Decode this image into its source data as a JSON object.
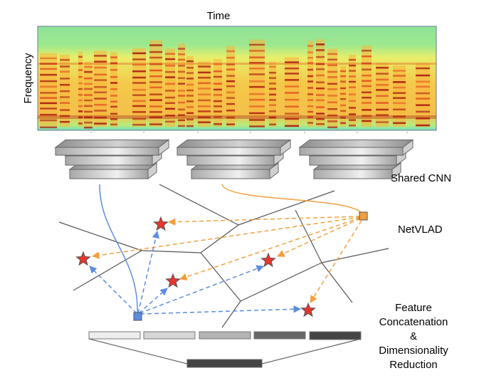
{
  "figure": {
    "title": "Time",
    "y_axis_label": "Frequency",
    "stages": {
      "cnn": "Shared CNN",
      "netvlad": "NetVLAD",
      "reduction_lines": [
        "Feature",
        "Concatenation",
        "&",
        "Dimensionality",
        "Reduction"
      ]
    },
    "cnn_stack_count": 3,
    "descriptor_colors": {
      "blue": "#5b8de0",
      "orange": "#f2a03d"
    },
    "cluster_center_color": "#e8352b",
    "concat_segment_colors": [
      "#ededed",
      "#d6d6d6",
      "#b3b3b3",
      "#666666",
      "#444444"
    ],
    "reduced_vector_color": "#444444",
    "spectrogram_colormap": [
      "#6fe0b0",
      "#e9f05a",
      "#f7b53a",
      "#e2501f",
      "#a8180f"
    ]
  }
}
